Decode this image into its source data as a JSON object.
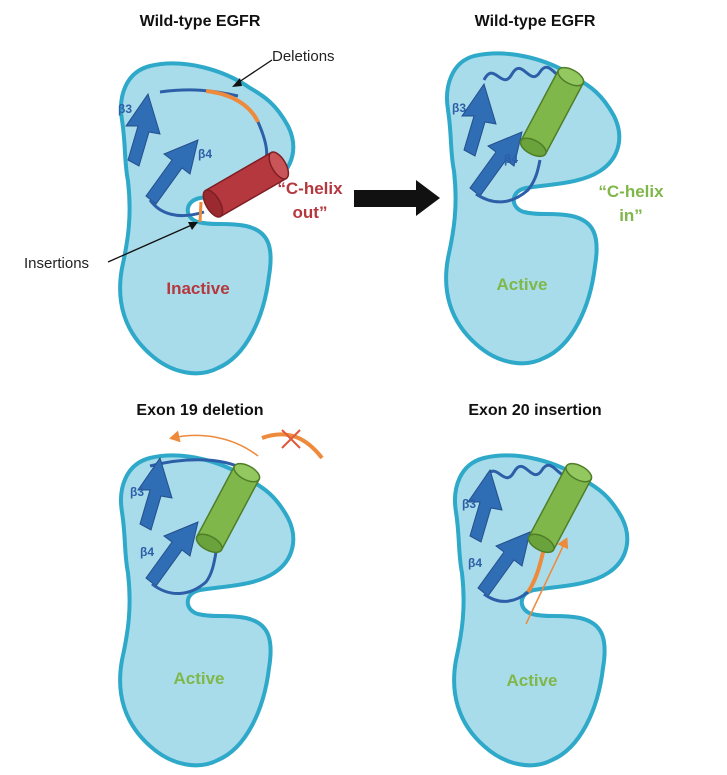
{
  "colors": {
    "lobe_fill": "#a9dcea",
    "lobe_stroke": "#2fa9c9",
    "strand": "#2f6db5",
    "loop": "#2d5fa8",
    "helix_inactive": "#b5383f",
    "helix_active": "#7fb74a",
    "mutation": "#ee8a3c",
    "arrow": "#111111"
  },
  "panels": [
    {
      "title": "Wild-type EGFR",
      "state_label": "Inactive",
      "beta3_label": "β3",
      "beta4_label": "β4",
      "helix_label_line1": "“C-helix",
      "helix_label_line2": "out”",
      "deletions_label": "Deletions",
      "insertions_label": "Insertions"
    },
    {
      "title": "Wild-type EGFR",
      "state_label": "Active",
      "beta3_label": "β3",
      "beta4_label": "β4",
      "helix_label_line1": "“C-helix",
      "helix_label_line2": "in”"
    },
    {
      "title": "Exon 19 deletion",
      "state_label": "Active",
      "beta3_label": "β3",
      "beta4_label": "β4"
    },
    {
      "title": "Exon 20 insertion",
      "state_label": "Active",
      "beta3_label": "β3",
      "beta4_label": "β4"
    }
  ]
}
